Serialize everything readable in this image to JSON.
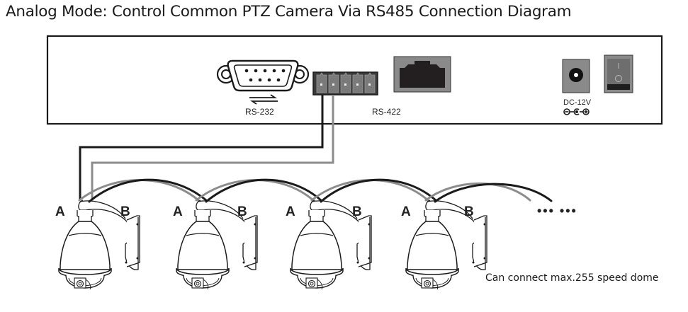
{
  "title": "Analog Mode: Control Common PTZ Camera Via RS485 Connection Diagram",
  "device": {
    "ports": {
      "rs232_label": "RS-232",
      "rs422_label": "RS-422",
      "dc_label": "DC-12V"
    },
    "icons": {
      "rs232": "db9-serial-port-icon",
      "terminal": "terminal-block-icon",
      "rj45": "rj45-port-icon",
      "dc": "dc-jack-icon",
      "switch": "power-switch-icon",
      "polarity": "polarity-symbol-icon"
    },
    "switch_marks": {
      "on": "I",
      "off": "O"
    }
  },
  "wires": {
    "a_color": "#1a1a1a",
    "b_color": "#8c8c8c"
  },
  "cameras": [
    {
      "a_label": "A",
      "b_label": "B"
    },
    {
      "a_label": "A",
      "b_label": "B"
    },
    {
      "a_label": "A",
      "b_label": "B"
    },
    {
      "a_label": "A",
      "b_label": "B"
    }
  ],
  "continuation": "••• •••",
  "caption": "Can connect max.255 speed dome"
}
